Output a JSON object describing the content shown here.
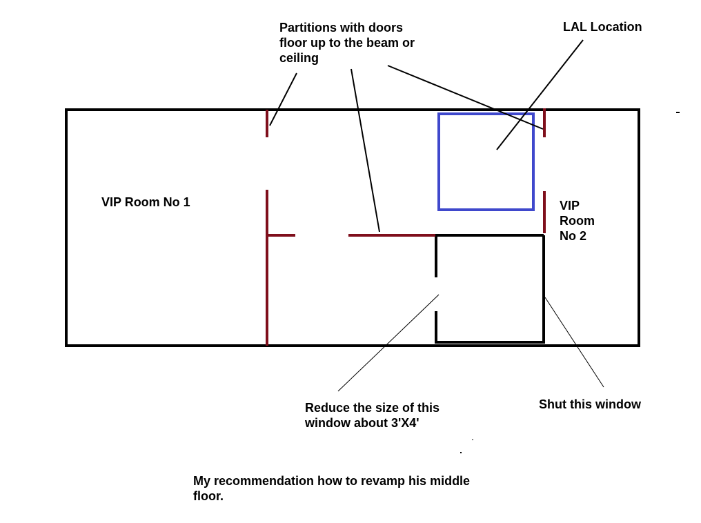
{
  "colors": {
    "outline": "#000000",
    "partition": "#7f0f1c",
    "lal_box": "#3f48cc",
    "background": "#ffffff"
  },
  "labels": {
    "partitions_line1": "Partitions with doors",
    "partitions_line2": "floor up to the beam or",
    "partitions_line3": "ceiling",
    "lal_location": "LAL Location",
    "vip_room_1": "VIP Room No 1",
    "vip_room_2_line1": "VIP",
    "vip_room_2_line2": "Room",
    "vip_room_2_line3": "No 2",
    "reduce_line1": "Reduce the size of this",
    "reduce_line2": "window about 3'X4'",
    "shut_window": "Shut this window",
    "recommendation_line1": "My recommendation how to revamp his middle",
    "recommendation_line2": "floor."
  }
}
